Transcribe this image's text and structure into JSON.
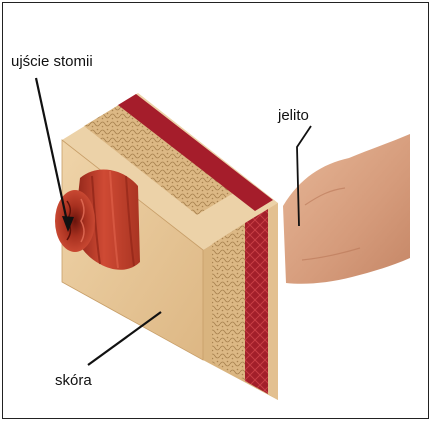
{
  "labels": {
    "stoma_opening": "ujście stomii",
    "intestine": "jelito",
    "skin": "skóra"
  },
  "colors": {
    "skin_face": "#e6c595",
    "skin_top": "#ecd2a8",
    "fat_layer": "#d7b27c",
    "muscle_layer": "#a51d2b",
    "stoma": "#c2412d",
    "intestine": "#dba686",
    "frame": "#222222"
  }
}
